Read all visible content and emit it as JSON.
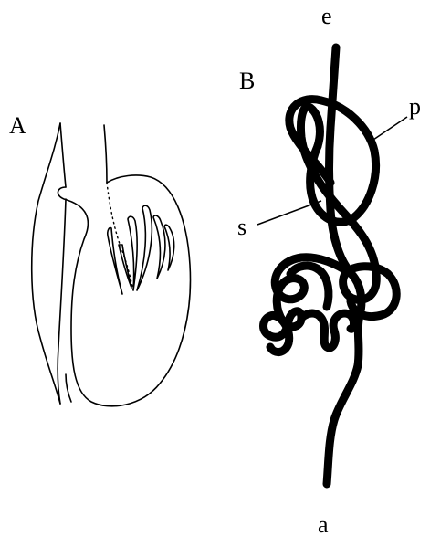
{
  "panels": [
    {
      "id": "A",
      "label": "A"
    },
    {
      "id": "B",
      "label": "B"
    }
  ],
  "labels": {
    "e": "e",
    "p": "p",
    "s": "s",
    "a": "a"
  }
}
